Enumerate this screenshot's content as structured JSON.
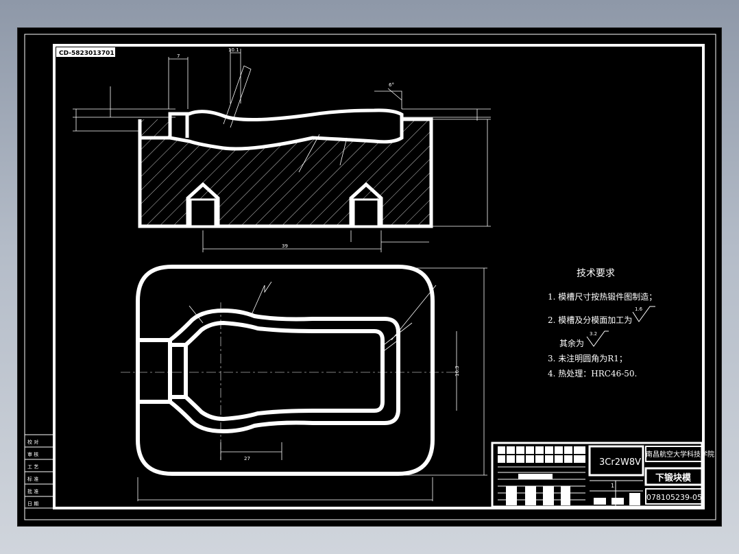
{
  "drawing_code_tag": "CD-5823013701",
  "tech_requirements": {
    "title": "技术要求",
    "items": [
      "1. 模槽尺寸按热锻件图制造；",
      "2. 模槽及分模面加工为",
      "其余为",
      "3. 未注明圆角为R1；",
      "4. 热处理：HRC46-50."
    ],
    "roughness_1": "1.6",
    "roughness_2": "3.2"
  },
  "title_block": {
    "material": "3Cr2W8V",
    "institution": "南昌航空大学科技学院",
    "part_name": "下锻块模",
    "drawing_number": "078105239-05",
    "sheet": "1"
  },
  "dimensions": {
    "top_view_width": "27",
    "top_view_height": "16.3",
    "section_length": "39",
    "dim_angle": "6°",
    "dim_top": "10.1",
    "dim_left": "7"
  },
  "left_strip_labels": [
    "校 对",
    "审 核",
    "工 艺",
    "标 准",
    "批 准",
    "日 期"
  ]
}
